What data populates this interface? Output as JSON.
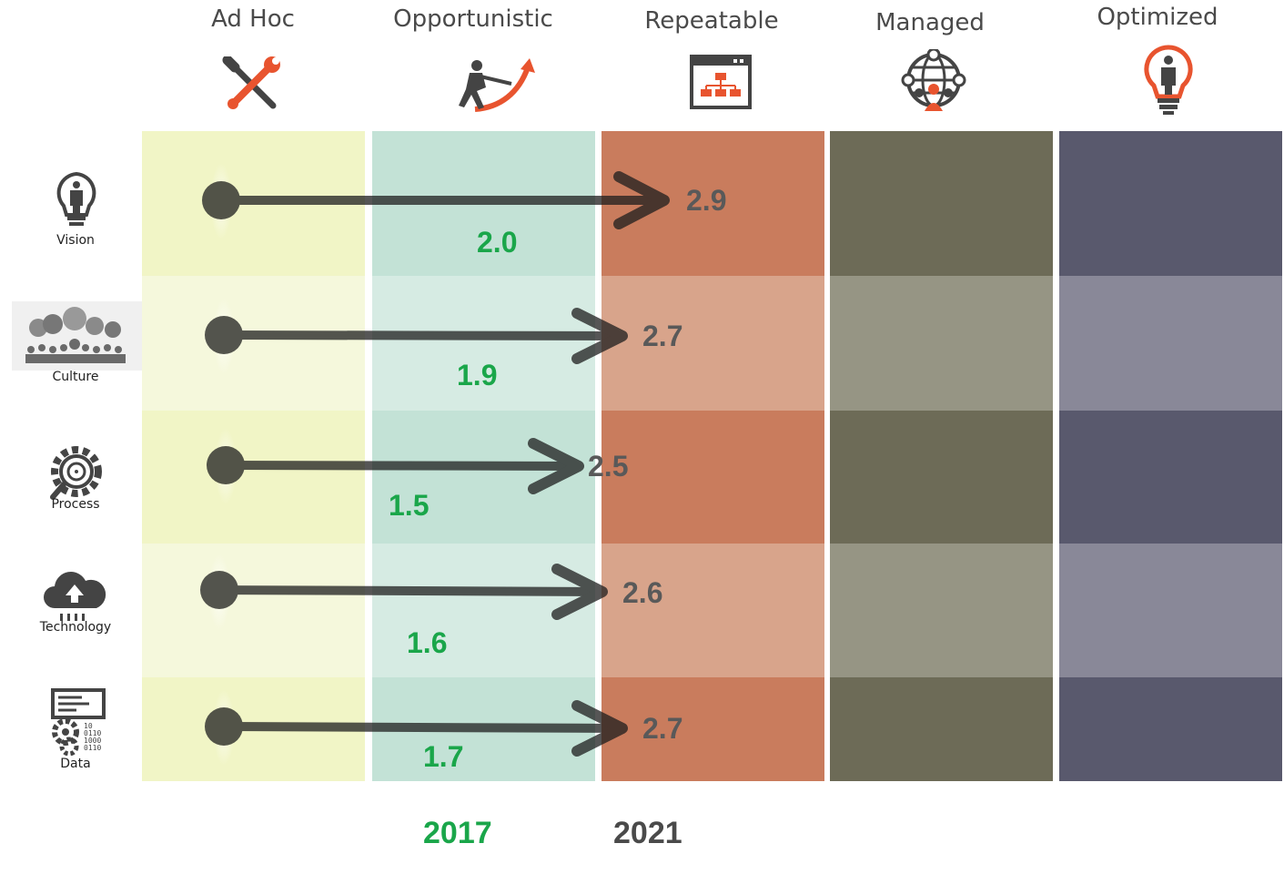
{
  "levels": [
    {
      "label": "Ad Hoc",
      "icon": "wrench-screwdriver-icon"
    },
    {
      "label": "Opportunistic",
      "icon": "person-pulling-arrow-icon"
    },
    {
      "label": "Repeatable",
      "icon": "org-chart-window-icon"
    },
    {
      "label": "Managed",
      "icon": "globe-network-people-icon"
    },
    {
      "label": "Optimized",
      "icon": "lightbulb-person-icon"
    }
  ],
  "rows": [
    {
      "label": "Vision",
      "icon": "lightbulb-person-icon",
      "score_2017": "2.0",
      "score_2021": "2.9"
    },
    {
      "label": "Culture",
      "icon": "crowd-speech-bubbles-icon",
      "score_2017": "1.9",
      "score_2021": "2.7"
    },
    {
      "label": "Process",
      "icon": "gear-magnifier-icon",
      "score_2017": "1.5",
      "score_2021": "2.5"
    },
    {
      "label": "Technology",
      "icon": "cloud-upload-icon",
      "score_2017": "1.6",
      "score_2021": "2.6"
    },
    {
      "label": "Data",
      "icon": "document-gears-binary-icon",
      "score_2017": "1.7",
      "score_2021": "2.7"
    }
  ],
  "years": {
    "earlier": "2017",
    "later": "2021"
  },
  "colors": {
    "adhoc": [
      "#f1f5c6",
      "#f5f8dc"
    ],
    "opportunistic": [
      "#c3e2d6",
      "#d6ebe3"
    ],
    "repeatable": [
      "#c97c5d",
      "#d8a48b"
    ],
    "managed": [
      "#6d6b57",
      "#969584"
    ],
    "optimized": [
      "#59596d",
      "#898898"
    ],
    "arrow": "#3f3f3f",
    "score_2017": "#1aa64a",
    "score_2021": "#595959"
  }
}
